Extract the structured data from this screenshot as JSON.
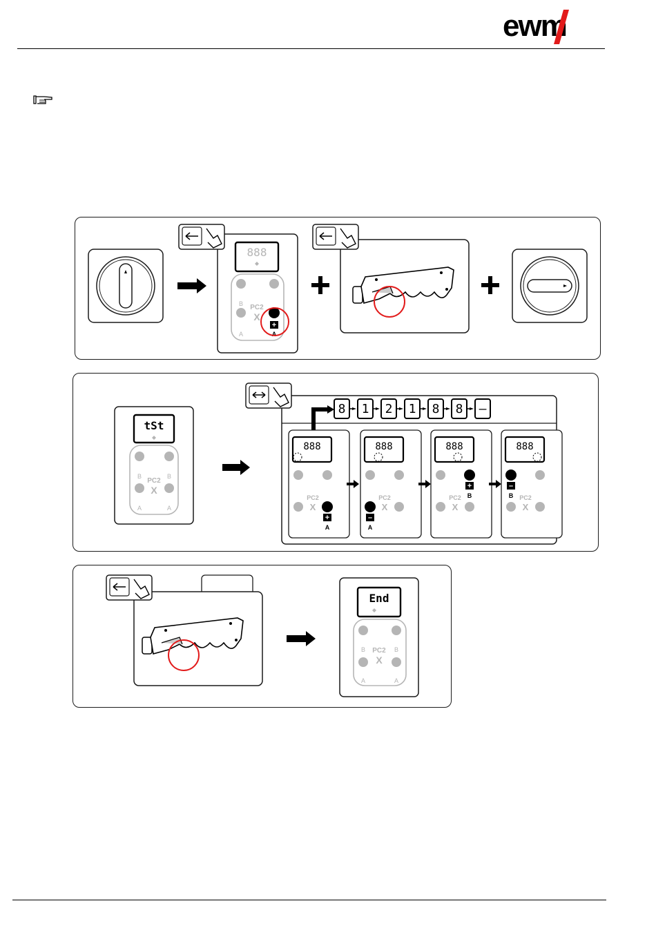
{
  "header": {
    "brand": "ewm"
  },
  "note": {
    "icon": "pointing-hand-icon"
  },
  "remote": {
    "model_label": "PC2",
    "x_label": "X",
    "btn_a": "A",
    "btn_b": "B",
    "display_idle": "888",
    "display_test": "tSt",
    "display_end": "End"
  },
  "test_sequence": [
    "8",
    "1",
    "2",
    "1",
    "8",
    "8",
    "–"
  ],
  "icons": {
    "switch_off": "rotary-switch-off-icon",
    "switch_on": "rotary-switch-on-icon",
    "press_hold": "press-hold-button-icon",
    "press_toggle": "press-toggle-button-icon",
    "torch": "welding-torch-icon",
    "plus": "plus-icon",
    "arrow": "right-arrow-icon"
  },
  "colors": {
    "accent_red": "#e21b1b",
    "line": "#1a1a1a",
    "faded": "#b5b5b5"
  }
}
